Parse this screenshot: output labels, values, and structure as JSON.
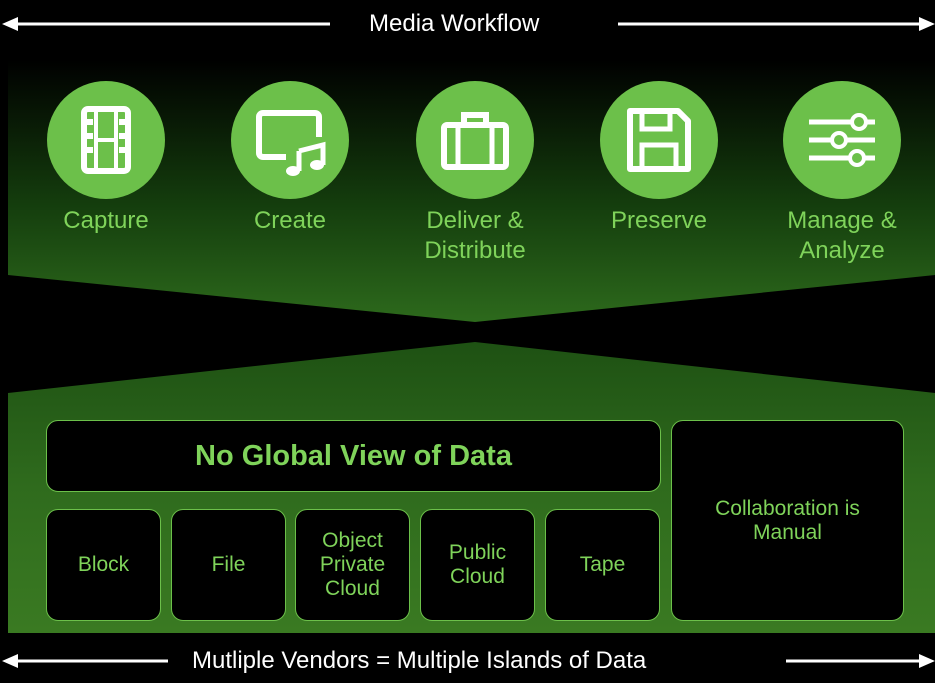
{
  "colors": {
    "accent": "#6cc04a",
    "label": "#7fd35a",
    "background": "#000000"
  },
  "header": {
    "title": "Media Workflow"
  },
  "stages": [
    {
      "icon": "film-icon",
      "label_line1": "Capture",
      "label_line2": ""
    },
    {
      "icon": "screen-music-icon",
      "label_line1": "Create",
      "label_line2": ""
    },
    {
      "icon": "briefcase-icon",
      "label_line1": "Deliver &",
      "label_line2": "Distribute"
    },
    {
      "icon": "floppy-disk-icon",
      "label_line1": "Preserve",
      "label_line2": ""
    },
    {
      "icon": "sliders-icon",
      "label_line1": "Manage &",
      "label_line2": "Analyze"
    }
  ],
  "global_view": {
    "title": "No Global View of Data"
  },
  "storage": [
    {
      "line1": "Block",
      "line2": "",
      "line3": ""
    },
    {
      "line1": "File",
      "line2": "",
      "line3": ""
    },
    {
      "line1": "Object",
      "line2": "Private",
      "line3": "Cloud"
    },
    {
      "line1": "Public",
      "line2": "Cloud",
      "line3": ""
    },
    {
      "line1": "Tape",
      "line2": "",
      "line3": ""
    }
  ],
  "collaboration": {
    "line1": "Collaboration is",
    "line2": "Manual"
  },
  "footer": {
    "caption": "Mutliple Vendors = Multiple Islands of Data"
  }
}
